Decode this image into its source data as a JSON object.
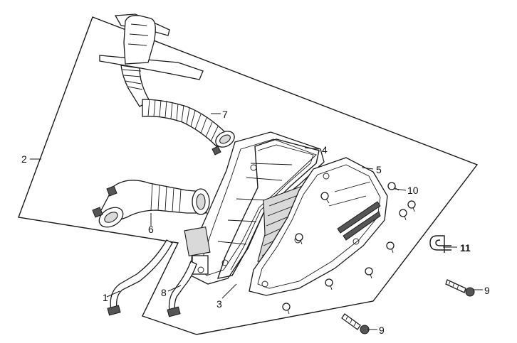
{
  "diagram": {
    "callouts": [
      {
        "id": "c1",
        "label": "1"
      },
      {
        "id": "c2",
        "label": "2"
      },
      {
        "id": "c3",
        "label": "3"
      },
      {
        "id": "c4",
        "label": "4"
      },
      {
        "id": "c5",
        "label": "5"
      },
      {
        "id": "c6",
        "label": "6"
      },
      {
        "id": "c7",
        "label": "7"
      },
      {
        "id": "c8",
        "label": "8"
      },
      {
        "id": "c9a",
        "label": "9"
      },
      {
        "id": "c9b",
        "label": "9"
      },
      {
        "id": "c10",
        "label": "10"
      },
      {
        "id": "c11",
        "label": "11"
      }
    ]
  }
}
